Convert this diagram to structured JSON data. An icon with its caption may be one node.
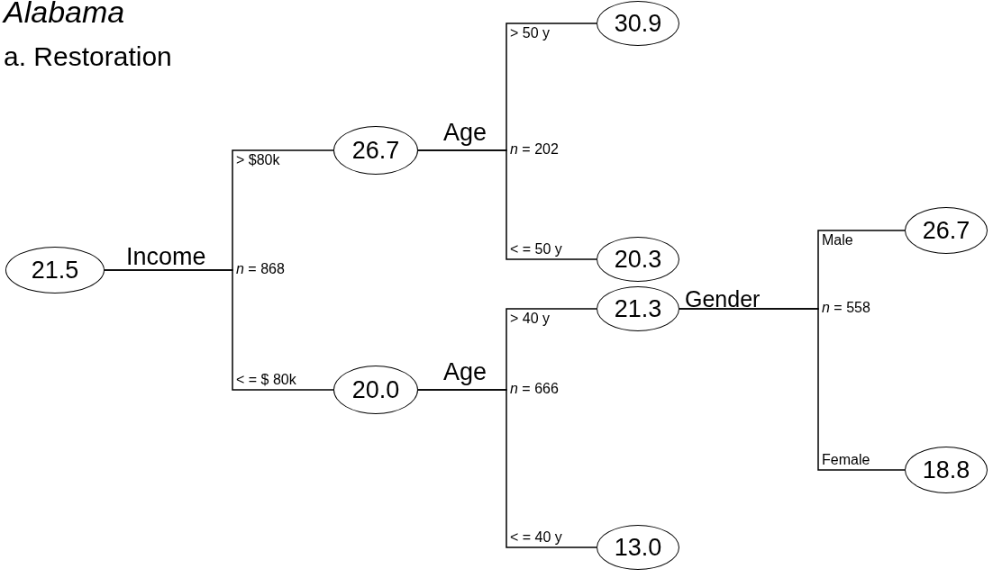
{
  "diagram": {
    "title": "Alabama",
    "nodes": [
      {
        "text": [
          "21.5"
        ]
      },
      {
        "text": [
          "26.7"
        ]
      },
      {
        "text": [
          "20.0"
        ]
      },
      {
        "text": [
          "30.9"
        ]
      },
      {
        "text": [
          "20.3"
        ]
      },
      {
        "text": [
          "21.3"
        ]
      },
      {
        "text": [
          "13.0"
        ]
      },
      {
        "text": [
          "26.7"
        ]
      },
      {
        "text": [
          "18.8"
        ]
      }
    ],
    "edges": [
      {
        "from": 0,
        "to": 1,
        "arrow": "none",
        "label": "> $80k"
      },
      {
        "from": 0,
        "to": 2,
        "arrow": "none",
        "label": "< = $ 80k"
      },
      {
        "from": 1,
        "to": 3,
        "arrow": "none",
        "label": "> 50 y"
      },
      {
        "from": 1,
        "to": 4,
        "arrow": "none",
        "label": "< = 50 y"
      },
      {
        "from": 2,
        "to": 5,
        "arrow": "none",
        "label": "> 40 y"
      },
      {
        "from": 2,
        "to": 6,
        "arrow": "none",
        "label": "< = 40 y"
      },
      {
        "from": 5,
        "to": 7,
        "arrow": "none",
        "label": "Male"
      },
      {
        "from": 5,
        "to": 8,
        "arrow": "none",
        "label": "Female"
      }
    ],
    "labels": [
      "a. Restoration",
      "Age",
      "*n* = 202",
      "Income",
      "*n* = 868",
      "Gender",
      "*n* = 558",
      "Age",
      "*n* = 666"
    ]
  }
}
